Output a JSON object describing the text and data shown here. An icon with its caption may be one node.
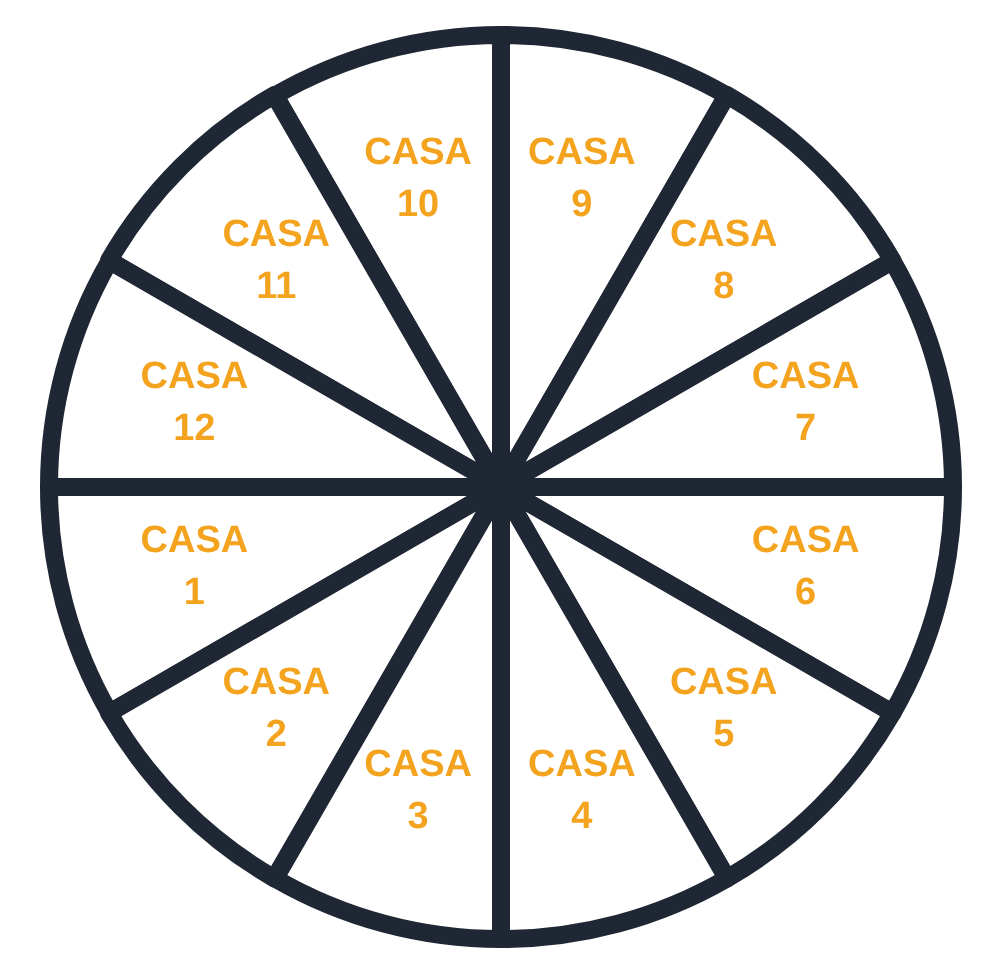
{
  "diagram": {
    "nodes": [
      {
        "text": [
          "CASA 10"
        ]
      },
      {
        "text": [
          "CASA 9"
        ]
      },
      {
        "text": [
          "CASA 11"
        ]
      },
      {
        "text": [
          "CASA 8"
        ]
      },
      {
        "text": [
          "CASA 12"
        ]
      },
      {
        "text": [
          "CASA 7"
        ]
      },
      {
        "text": [
          "CASA 1"
        ]
      },
      {
        "text": [
          "CASA 6"
        ]
      },
      {
        "text": [
          "CASA 2"
        ]
      },
      {
        "text": [
          "CASA 5"
        ]
      },
      {
        "text": [
          "CASA 3"
        ]
      },
      {
        "text": [
          "CASA 4"
        ]
      }
    ]
  }
}
